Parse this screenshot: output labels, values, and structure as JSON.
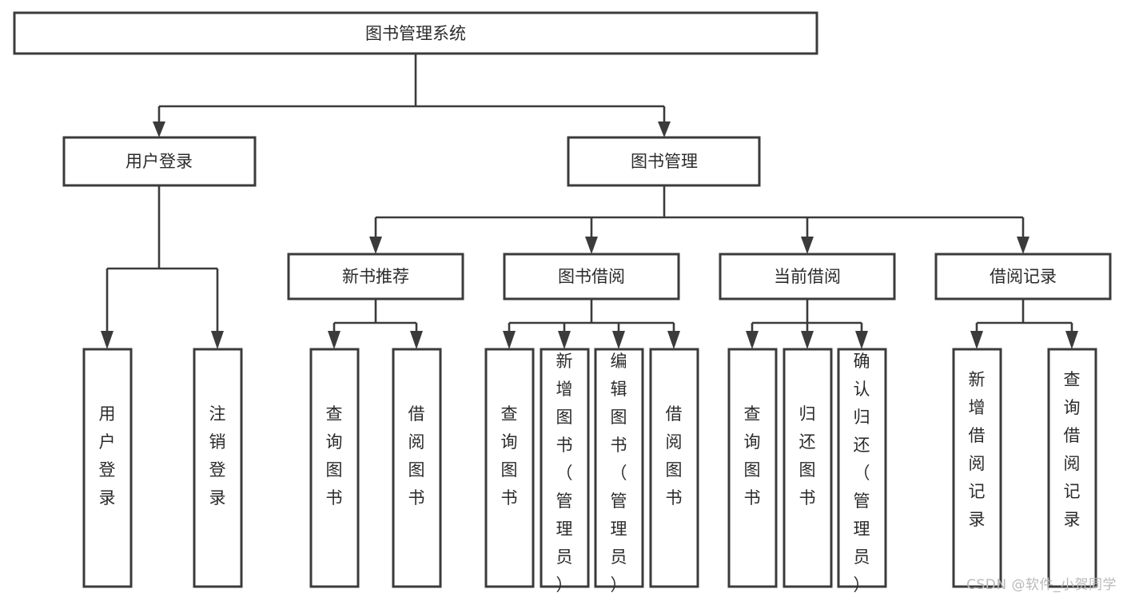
{
  "diagram": {
    "type": "tree-hierarchy",
    "title": "图书管理系统",
    "watermark": "CSDN @软件_小贺同学",
    "colors": {
      "stroke": "#3b3b3b",
      "box_fill": "#ffffff",
      "text": "#2b2b2b",
      "background": "#ffffff",
      "watermark": "#b9b9b9"
    },
    "root": {
      "label": "图书管理系统"
    },
    "level2": [
      {
        "label": "用户登录"
      },
      {
        "label": "图书管理"
      }
    ],
    "level3": [
      {
        "label": "新书推荐"
      },
      {
        "label": "图书借阅"
      },
      {
        "label": "当前借阅"
      },
      {
        "label": "借阅记录"
      }
    ],
    "leaves": {
      "user_login": [
        {
          "label": "用户登录"
        },
        {
          "label": "注销登录"
        }
      ],
      "new_book_recommend": [
        {
          "label": "查询图书"
        },
        {
          "label": "借阅图书"
        }
      ],
      "book_borrow": [
        {
          "label": "查询图书"
        },
        {
          "label": "新增图书（管理员）"
        },
        {
          "label": "编辑图书（管理员）"
        },
        {
          "label": "借阅图书"
        }
      ],
      "current_borrow": [
        {
          "label": "查询图书"
        },
        {
          "label": "归还图书"
        },
        {
          "label": "确认归还（管理员）"
        }
      ],
      "borrow_record": [
        {
          "label": "新增借阅记录"
        },
        {
          "label": "查询借阅记录"
        }
      ]
    }
  }
}
